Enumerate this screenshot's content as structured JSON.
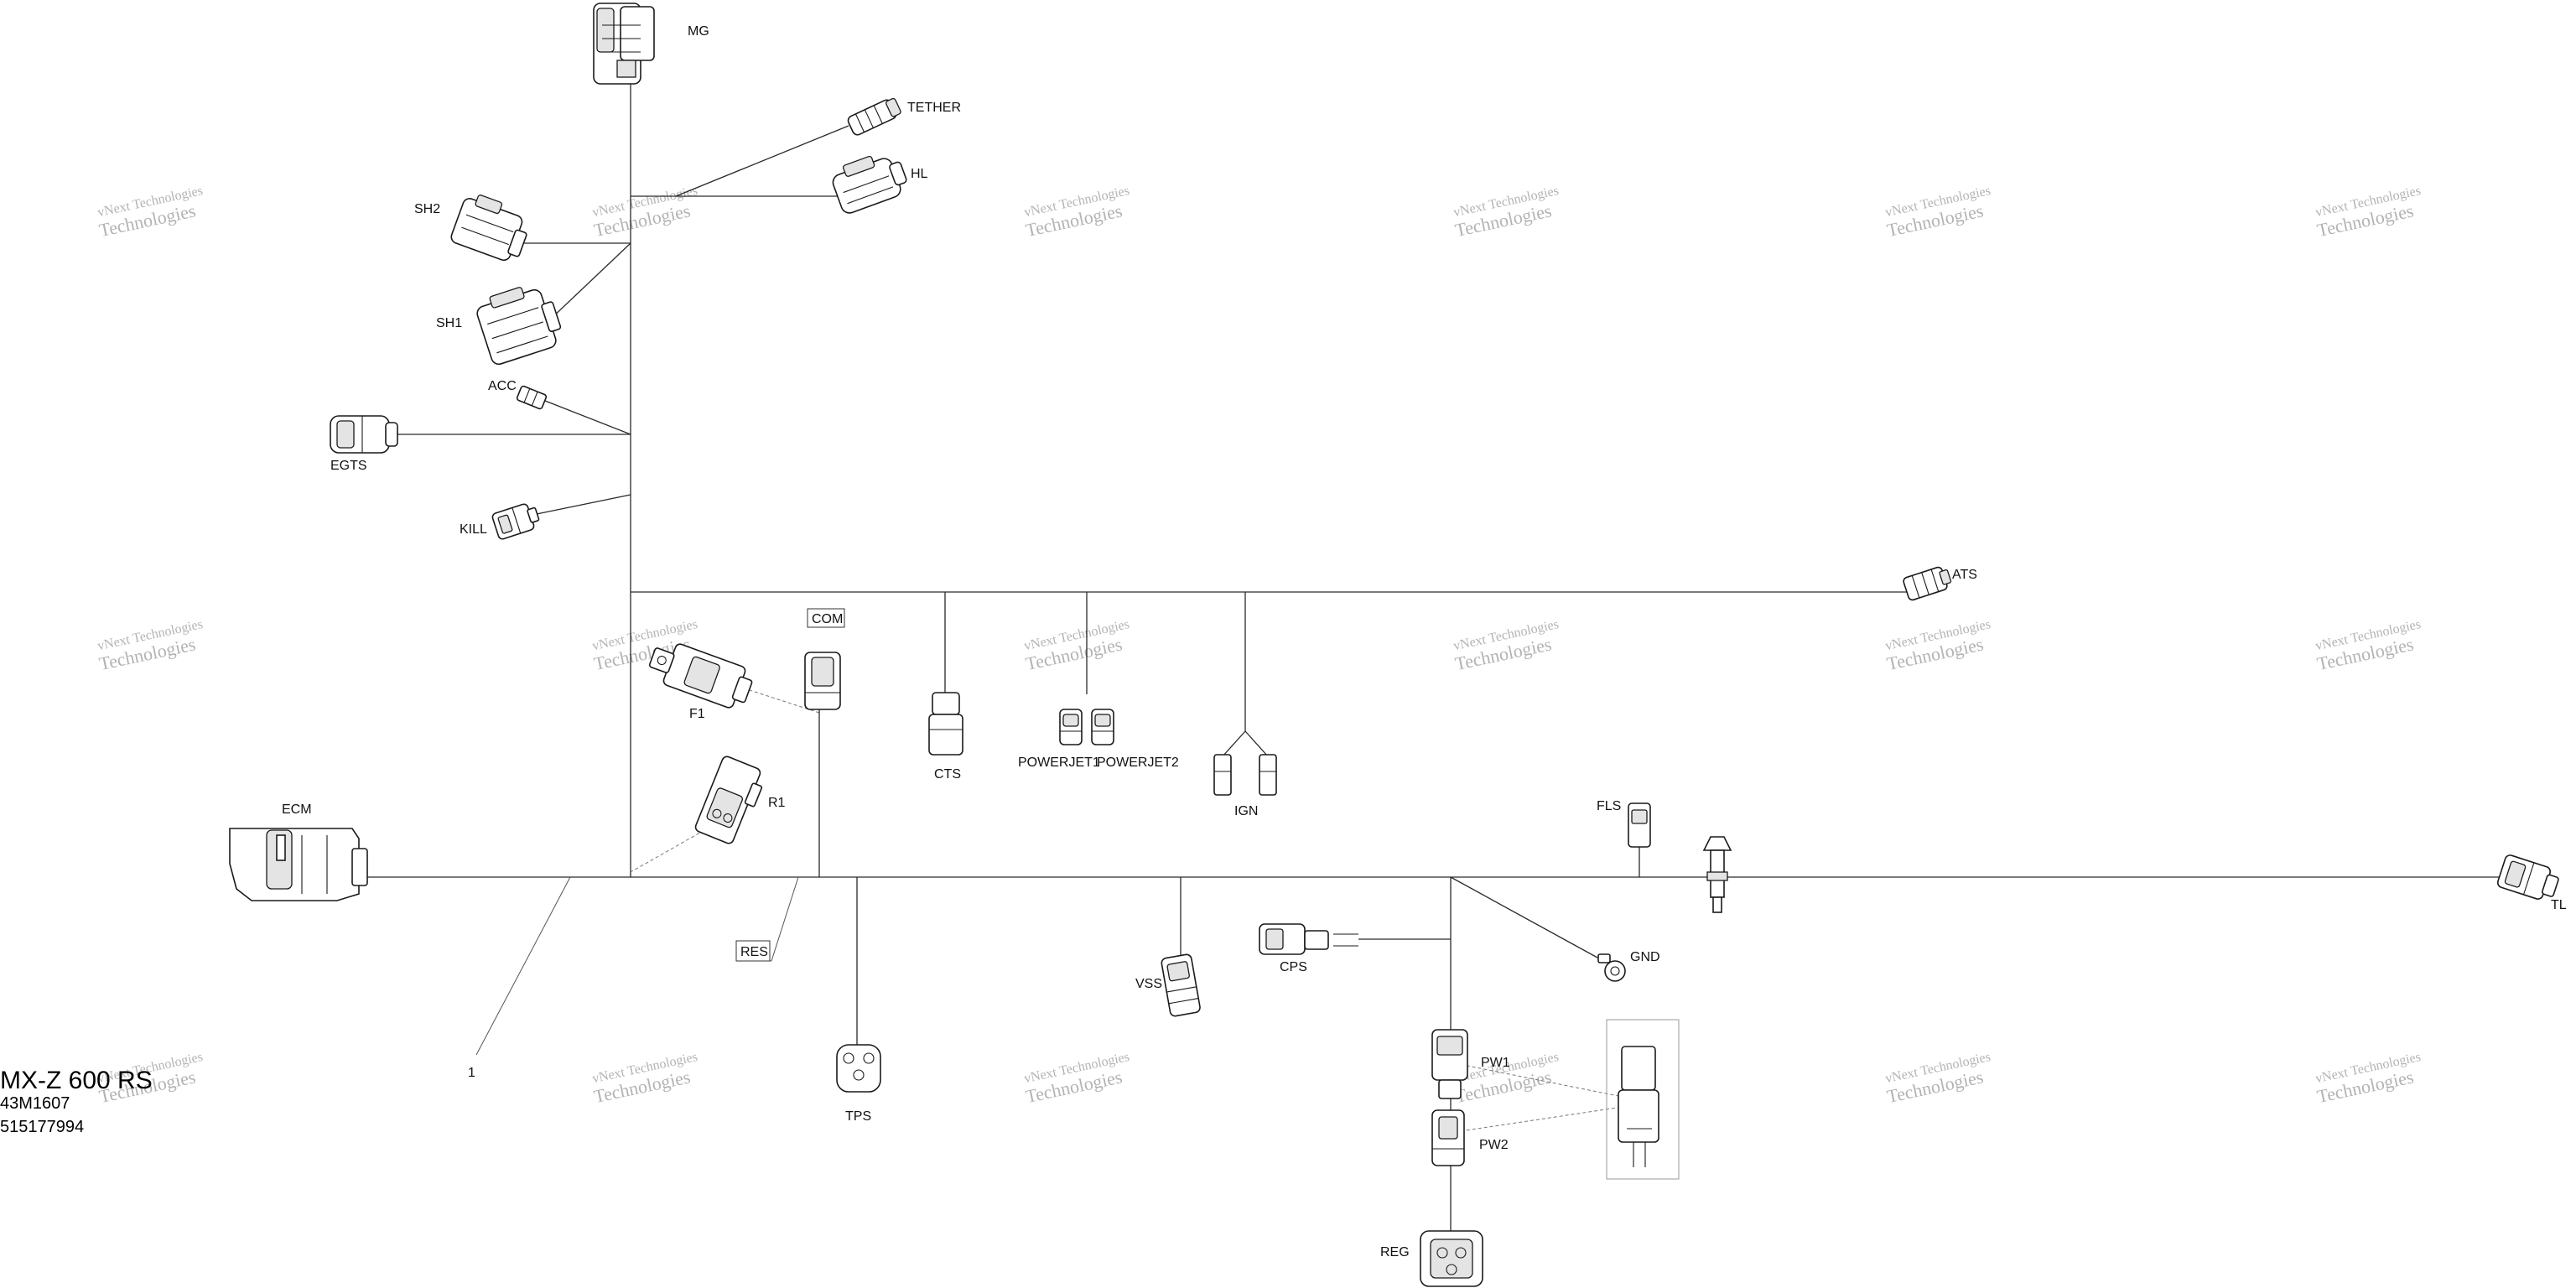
{
  "title_block": {
    "model": "MX-Z 600 RS",
    "part_number": "43M1607",
    "code": "515177994"
  },
  "callout": "1",
  "watermark": {
    "line1": "vNext Technologies",
    "line2": "Technologies"
  },
  "connectors": {
    "mg": "MG",
    "tether": "TETHER",
    "hl": "HL",
    "sh2": "SH2",
    "sh1": "SH1",
    "acc": "ACC",
    "egts": "EGTS",
    "kill": "KILL",
    "ats": "ATS",
    "com": "COM",
    "f1": "F1",
    "cts": "CTS",
    "powerjet1": "POWERJET1",
    "powerjet2": "POWERJET2",
    "ign": "IGN",
    "ecm": "ECM",
    "r1": "R1",
    "res": "RES",
    "fls": "FLS",
    "tl": "TL",
    "gnd": "GND",
    "cps": "CPS",
    "vss": "VSS",
    "tps": "TPS",
    "pw1": "PW1",
    "pw2": "PW2",
    "reg": "REG"
  }
}
